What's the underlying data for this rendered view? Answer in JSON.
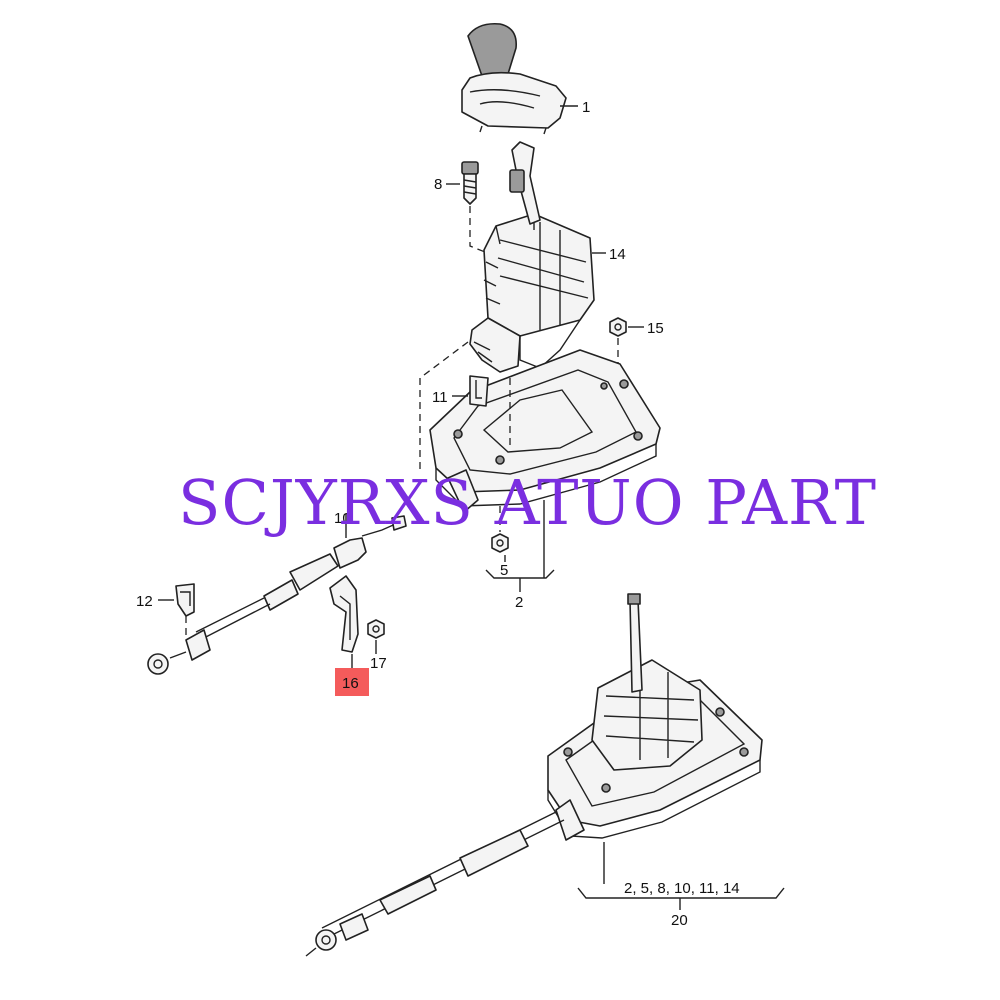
{
  "watermark": "SCJYRXS ATUO PART",
  "highlight_color": "#f45b5b",
  "watermark_color": "#7a2ee0",
  "callouts": {
    "c1": "1",
    "c8": "8",
    "c14": "14",
    "c15": "15",
    "c11": "11",
    "c10": "10",
    "c12": "12",
    "c17": "17",
    "c16": "16",
    "c5": "5",
    "c2": "2",
    "c20_list": "2, 5, 8,  10, 11, 14",
    "c20": "20"
  }
}
